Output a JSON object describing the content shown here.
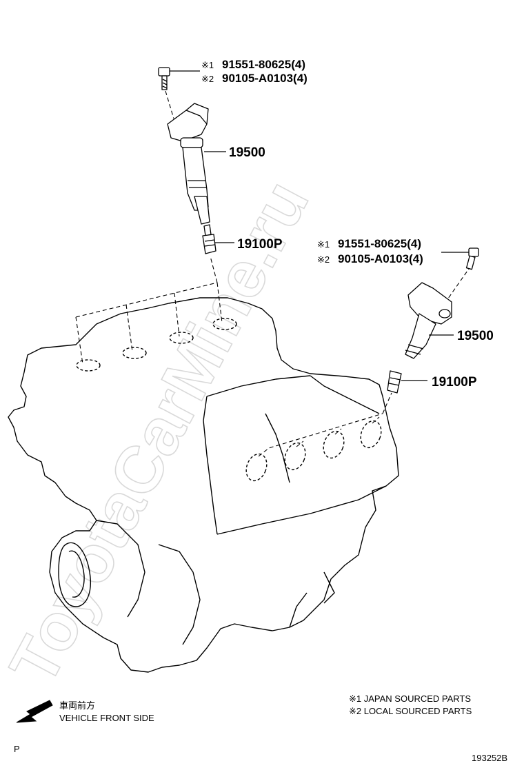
{
  "watermark": "ToyotaCarMine.ru",
  "callouts": {
    "left_bolt": {
      "mark1": "※1",
      "pn1": "91551-80625(4)",
      "mark2": "※2",
      "pn2": "90105-A0103(4)"
    },
    "right_bolt": {
      "mark1": "※1",
      "pn1": "91551-80625(4)",
      "mark2": "※2",
      "pn2": "90105-A0103(4)"
    },
    "left_coil": "19500",
    "left_plug": "19100P",
    "right_coil": "19500",
    "right_plug": "19100P"
  },
  "legend": {
    "note1": "※1 JAPAN SOURCED PARTS",
    "note2": "※2 LOCAL SOURCED PARTS"
  },
  "direction": {
    "jp": "車両前方",
    "en": "VEHICLE FRONT SIDE",
    "icon": "arrow-down-left-icon"
  },
  "corner_left": "P",
  "drawing_number": "193252B"
}
